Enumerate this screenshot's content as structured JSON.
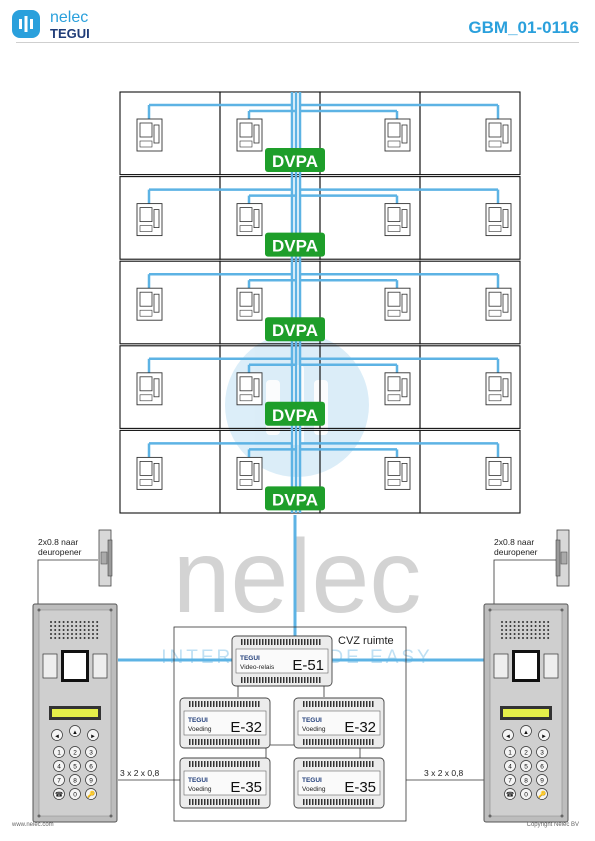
{
  "header": {
    "logo_top": "nelec",
    "logo_bottom": "TEGUI",
    "document_code": "GBM_01-0116"
  },
  "footer": {
    "website": "www.nelec.com",
    "copyright": "Copyright Nelec BV"
  },
  "watermark": {
    "word": "nelec",
    "tagline": "INTERCOM MADE EASY"
  },
  "diagram": {
    "floor_distributor_label": "DVPA",
    "floors": 5,
    "monitors_per_floor": 4,
    "room_label": "CVZ ruimte",
    "modules": [
      {
        "brand": "TEGUI",
        "sub": "Video-relais",
        "code": "E-51"
      },
      {
        "brand": "TEGUI",
        "sub": "Voeding",
        "code": "E-32"
      },
      {
        "brand": "TEGUI",
        "sub": "Voeding",
        "code": "E-32"
      },
      {
        "brand": "TEGUI",
        "sub": "Voeding",
        "code": "E-35"
      },
      {
        "brand": "TEGUI",
        "sub": "Voeding",
        "code": "E-35"
      }
    ],
    "lock_label_left": [
      "2x0.8 naar",
      "deuropener"
    ],
    "lock_label_right": [
      "2x0.8 naar",
      "deuropener"
    ],
    "cable_left": "3 x 2 x 0,8",
    "cable_right": "3 x 2 x 0,8",
    "keypad_keys": [
      "1",
      "2",
      "3",
      "4",
      "5",
      "6",
      "7",
      "8",
      "9",
      "☎",
      "0",
      "🔑"
    ]
  },
  "colors": {
    "accent": "#2aa0dc",
    "dark_blue": "#1f3c78",
    "dvpa_green": "#1e9e2a",
    "cable_blue": "#5db3e4",
    "panel_gray": "#bdbdbd",
    "display_yellow": "#e5ef4a"
  }
}
